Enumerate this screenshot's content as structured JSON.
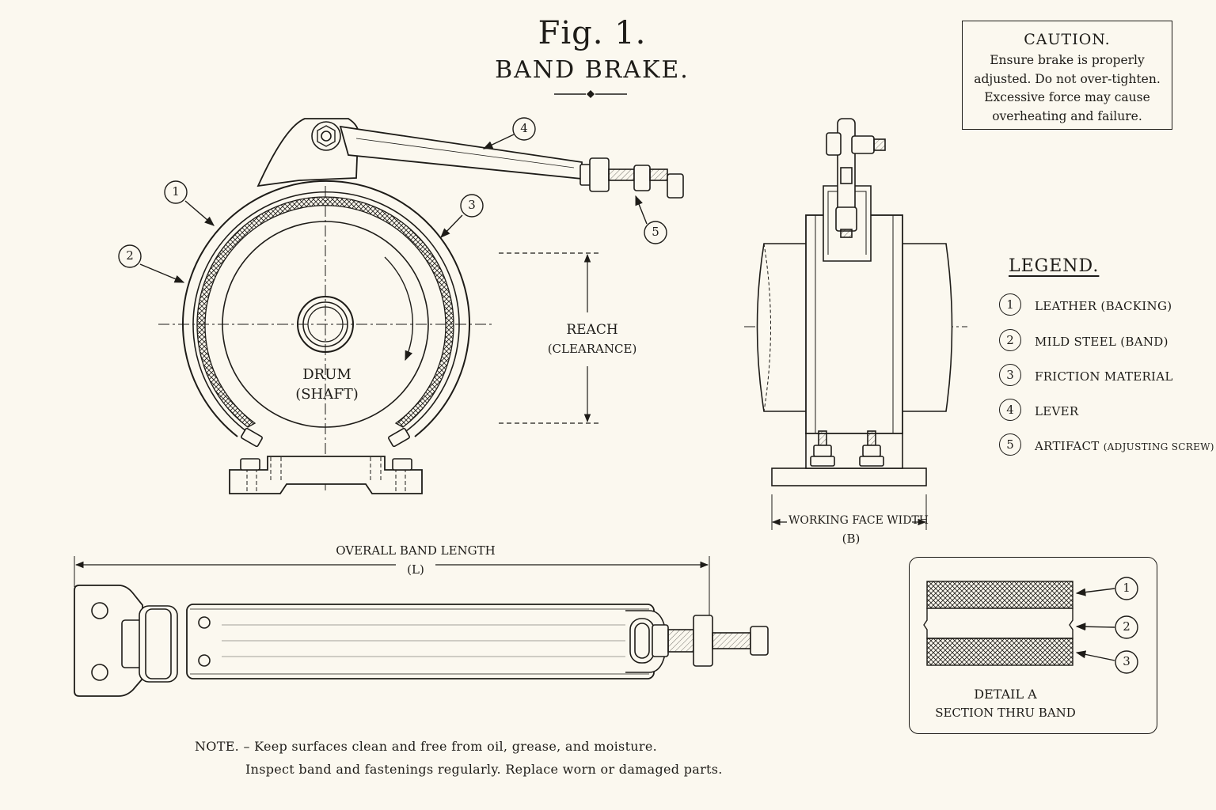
{
  "title": {
    "figure": "Fig. 1.",
    "subtitle": "BAND BRAKE."
  },
  "caution": {
    "heading": "CAUTION.",
    "lines": [
      "Ensure brake is properly",
      "adjusted.  Do not over-tighten.",
      "Excessive force may cause",
      "overheating  and  failure."
    ]
  },
  "legend": {
    "title": "LEGEND.",
    "items": [
      {
        "num": "1",
        "label": "LEATHER (BACKING)",
        "note": ""
      },
      {
        "num": "2",
        "label": "MILD STEEL (BAND)",
        "note": ""
      },
      {
        "num": "3",
        "label": "FRICTION MATERIAL",
        "note": ""
      },
      {
        "num": "4",
        "label": "LEVER",
        "note": ""
      },
      {
        "num": "5",
        "label": "ARTIFACT",
        "note": "(ADJUSTING SCREW)"
      }
    ]
  },
  "front_view": {
    "drum_label": "DRUM",
    "shaft_label": "(SHAFT)",
    "callouts": [
      "1",
      "2",
      "3",
      "4",
      "5"
    ]
  },
  "dimensions": {
    "reach": "REACH",
    "reach_sub": "(CLEARANCE)",
    "face_width": "WORKING FACE WIDTH",
    "face_width_sym": "(B)",
    "band_length": "OVERALL BAND LENGTH",
    "band_length_sym": "(L)"
  },
  "detail": {
    "title": "DETAIL  A",
    "subtitle": "SECTION THRU BAND",
    "callouts": [
      "1",
      "2",
      "3"
    ]
  },
  "note": {
    "line1": "NOTE.  –  Keep  surfaces  clean  and  free  from  oil,  grease,  and  moisture.",
    "line2": "Inspect  band  and  fastenings  regularly.   Replace  worn  or  damaged  parts."
  },
  "colors": {
    "ink": "#1e1c18",
    "paper": "#fbf8ef"
  }
}
